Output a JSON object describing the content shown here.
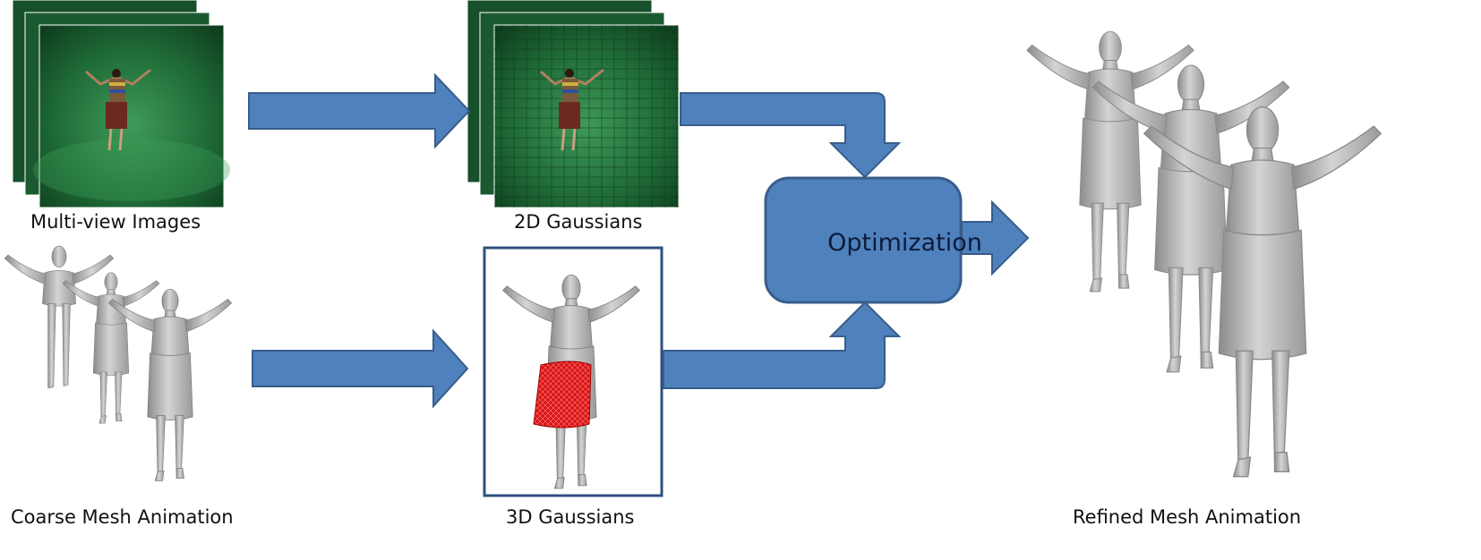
{
  "labels": {
    "multiview": "Multi-view Images",
    "gauss2d": "2D Gaussians",
    "coarse": "Coarse Mesh Animation",
    "gauss3d": "3D Gaussians",
    "refined": "Refined Mesh Animation",
    "optimization": "Optimization"
  },
  "colors": {
    "arrow_fill": "#4f81bd",
    "arrow_stroke": "#385d8a",
    "opt_fill": "#4f81bd",
    "panel_border": "#2f4f7f",
    "green_bg": "#1e6b3a",
    "mesh_gray": "#b4b4b4",
    "skirt_red": "#d41414"
  },
  "icons": [
    "arrow-right-icon",
    "elbow-arrow-down-icon",
    "elbow-arrow-up-icon"
  ]
}
